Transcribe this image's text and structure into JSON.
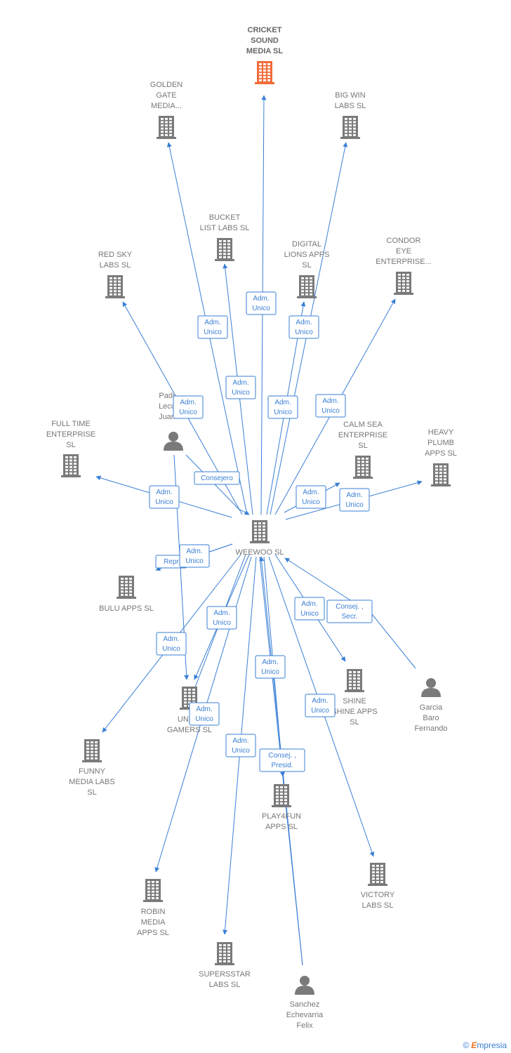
{
  "colors": {
    "edge": "#3a7fd5",
    "building": "#7a7a7a",
    "focus_building": "#f26c3a",
    "person": "#7a7a7a",
    "label": "#777777"
  },
  "brand": {
    "copyright": "©",
    "name_first": "E",
    "name_rest": "mpresia"
  },
  "nodes": [
    {
      "id": "weewoo",
      "type": "company",
      "lines": [
        "WEEWOO  SL"
      ],
      "center": true
    },
    {
      "id": "cricket",
      "type": "company",
      "focus": true,
      "lines": [
        "CRICKET",
        "SOUND",
        "MEDIA  SL"
      ]
    },
    {
      "id": "golden",
      "type": "company",
      "lines": [
        "GOLDEN",
        "GATE",
        "MEDIA..."
      ]
    },
    {
      "id": "bigwin",
      "type": "company",
      "lines": [
        "BIG WIN",
        "LABS  SL"
      ]
    },
    {
      "id": "bucket",
      "type": "company",
      "lines": [
        "BUCKET",
        "LIST LABS  SL"
      ]
    },
    {
      "id": "redsky",
      "type": "company",
      "lines": [
        "RED SKY",
        "LABS  SL"
      ]
    },
    {
      "id": "digital",
      "type": "company",
      "lines": [
        "DIGITAL",
        "LIONS APPS",
        "SL"
      ]
    },
    {
      "id": "condor",
      "type": "company",
      "lines": [
        "CONDOR",
        "EYE",
        "ENTERPRISE..."
      ]
    },
    {
      "id": "padre",
      "type": "person",
      "lines": [
        "Padr",
        "Lecu",
        "Juan"
      ]
    },
    {
      "id": "fulltime",
      "type": "company",
      "lines": [
        "FULL TIME",
        "ENTERPRISE",
        "SL"
      ]
    },
    {
      "id": "calmsea",
      "type": "company",
      "lines": [
        "CALM SEA",
        "ENTERPRISE",
        "SL"
      ]
    },
    {
      "id": "heavy",
      "type": "company",
      "lines": [
        "HEAVY",
        "PLUMB",
        "APPS  SL"
      ]
    },
    {
      "id": "bulu",
      "type": "company",
      "lines": [
        "BULU APPS  SL"
      ]
    },
    {
      "id": "unlim",
      "type": "company",
      "lines": [
        "UNLIM",
        "GAMERS  SL"
      ]
    },
    {
      "id": "shine",
      "type": "company",
      "lines": [
        "SHINE",
        "SHINE APPS",
        "SL"
      ]
    },
    {
      "id": "garcia",
      "type": "person",
      "lines": [
        "Garcia",
        "Baro",
        "Fernando"
      ]
    },
    {
      "id": "funny",
      "type": "company",
      "lines": [
        "FUNNY",
        "MEDIA LABS",
        "SL"
      ]
    },
    {
      "id": "play4fun",
      "type": "company",
      "lines": [
        "PLAY4FUN",
        "APPS  SL"
      ]
    },
    {
      "id": "robin",
      "type": "company",
      "lines": [
        "ROBIN",
        "MEDIA",
        "APPS  SL"
      ]
    },
    {
      "id": "victory",
      "type": "company",
      "lines": [
        "VICTORY",
        "LABS  SL"
      ]
    },
    {
      "id": "supersstar",
      "type": "company",
      "lines": [
        "SUPERSSTAR",
        "LABS  SL"
      ]
    },
    {
      "id": "sanchez",
      "type": "person",
      "lines": [
        "Sanchez",
        "Echevarria",
        "Felix"
      ]
    }
  ],
  "edges": [
    {
      "from": "weewoo",
      "to": "cricket",
      "label": [
        "Adm.",
        "Unico"
      ]
    },
    {
      "from": "weewoo",
      "to": "golden",
      "label": [
        "Adm.",
        "Unico"
      ]
    },
    {
      "from": "weewoo",
      "to": "bigwin",
      "label": [
        "Adm.",
        "Unico"
      ]
    },
    {
      "from": "weewoo",
      "to": "bucket",
      "label": [
        "Adm.",
        "Unico"
      ]
    },
    {
      "from": "weewoo",
      "to": "redsky",
      "label": [
        "Adm.",
        "Unico"
      ]
    },
    {
      "from": "weewoo",
      "to": "digital",
      "label": [
        "Adm.",
        "Unico"
      ]
    },
    {
      "from": "weewoo",
      "to": "condor",
      "label": [
        "Adm.",
        "Unico"
      ]
    },
    {
      "from": "padre",
      "to": "weewoo",
      "label": [
        "Consejero"
      ]
    },
    {
      "from": "weewoo",
      "to": "fulltime",
      "label": [
        "Adm.",
        "Unico"
      ]
    },
    {
      "from": "weewoo",
      "to": "calmsea",
      "label": [
        "Adm.",
        "Unico"
      ]
    },
    {
      "from": "weewoo",
      "to": "heavy",
      "label": [
        "Adm.",
        "Unico"
      ]
    },
    {
      "from": "weewoo",
      "to": "bulu",
      "label": [
        "Repr"
      ]
    },
    {
      "from": "weewoo",
      "to": "bulu",
      "label": [
        "Adm.",
        "Unico"
      ]
    },
    {
      "from": "padre",
      "to": "unlim",
      "label": []
    },
    {
      "from": "weewoo",
      "to": "unlim",
      "label": [
        "Adm.",
        "Unico"
      ]
    },
    {
      "from": "weewoo",
      "to": "unlim",
      "label": [
        "Adm.",
        "Unico"
      ]
    },
    {
      "from": "weewoo",
      "to": "shine",
      "label": [
        "Adm.",
        "Unico"
      ]
    },
    {
      "from": "garcia",
      "to": "weewoo",
      "label": [
        "Consej. ,",
        "Secr."
      ]
    },
    {
      "from": "weewoo",
      "to": "funny",
      "label": [
        "Adm.",
        "Unico"
      ]
    },
    {
      "from": "weewoo",
      "to": "play4fun",
      "label": [
        "Adm.",
        "Unico"
      ]
    },
    {
      "from": "sanchez",
      "to": "play4fun",
      "label": [
        "Consej. ,",
        "Presid."
      ]
    },
    {
      "from": "sanchez",
      "to": "weewoo",
      "label": []
    },
    {
      "from": "weewoo",
      "to": "robin",
      "label": []
    },
    {
      "from": "weewoo",
      "to": "victory",
      "label": [
        "Adm.",
        "Unico"
      ]
    },
    {
      "from": "weewoo",
      "to": "supersstar",
      "label": [
        "Adm.",
        "Unico"
      ]
    }
  ]
}
